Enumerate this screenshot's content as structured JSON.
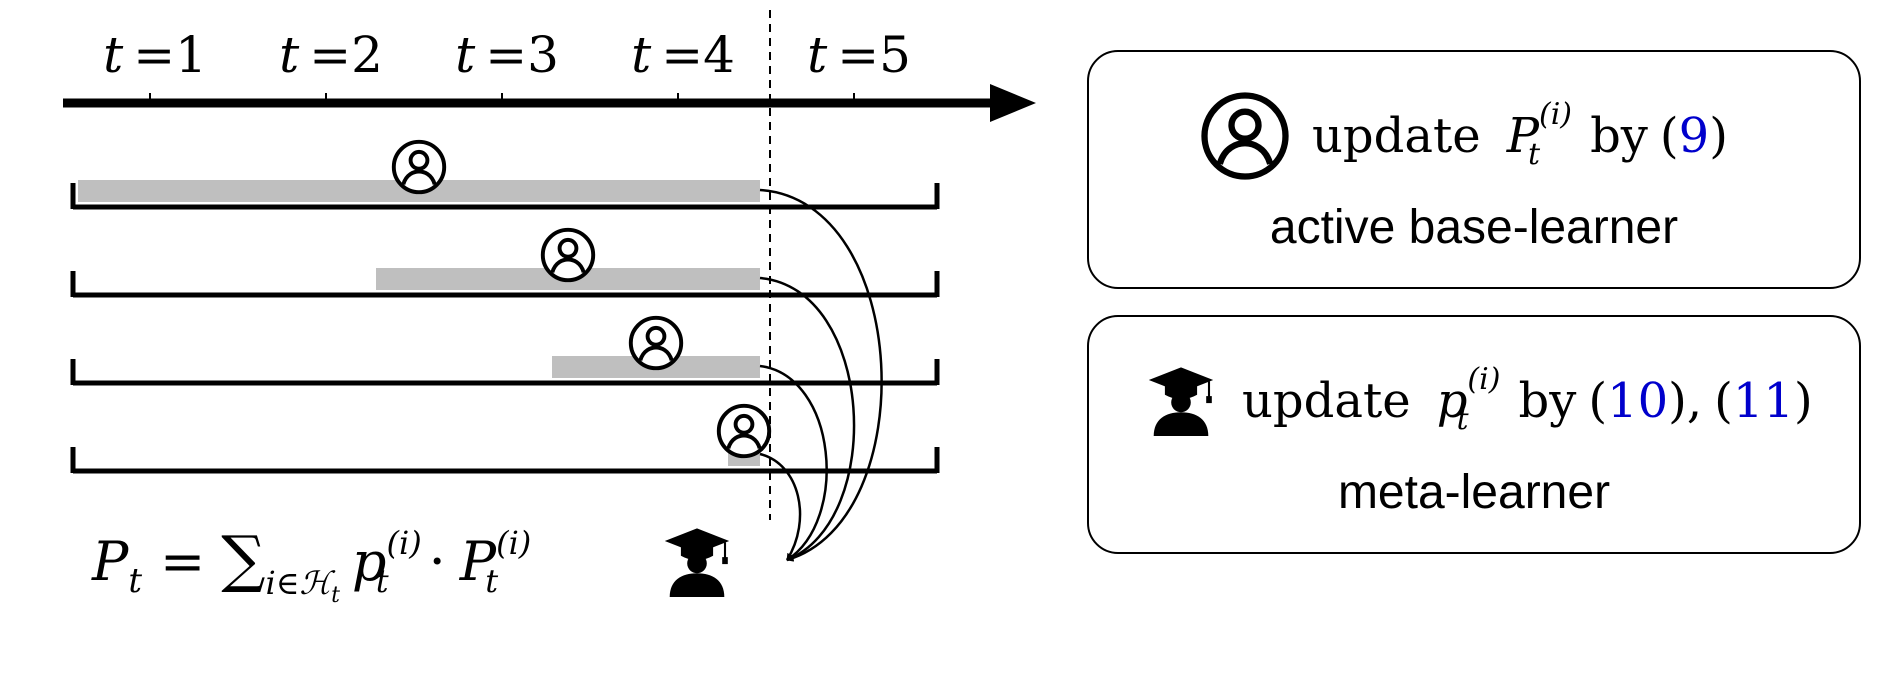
{
  "timeline": {
    "ticks": [
      {
        "var": "t",
        "eq": "=",
        "num": "1"
      },
      {
        "var": "t",
        "eq": "=",
        "num": "2"
      },
      {
        "var": "t",
        "eq": "=",
        "num": "3"
      },
      {
        "var": "t",
        "eq": "=",
        "num": "4"
      },
      {
        "var": "t",
        "eq": "=",
        "num": "5"
      }
    ],
    "current_step": 4
  },
  "learners": [
    {
      "active_from": 1,
      "active_until": 4
    },
    {
      "active_from": 2,
      "active_until": 4
    },
    {
      "active_from": 3,
      "active_until": 4
    },
    {
      "active_from": 4,
      "active_until": 4
    }
  ],
  "formula": {
    "lhs": "P",
    "lhs_sub": "t",
    "eq": "=",
    "sum": "∑",
    "sum_sub_i": "i",
    "sum_sub_in": "∈",
    "sum_sub_set": "ℋ",
    "sum_sub_t": "t",
    "p": "p",
    "p_sub": "t",
    "p_sup": "(i)",
    "dot": "·",
    "P": "P",
    "P_sub": "t",
    "P_sup": "(i)"
  },
  "legend": {
    "base": {
      "icon": "person-circle-icon",
      "prefix": "update",
      "sym": "P",
      "sym_sub": "t",
      "sym_sup": "(i)",
      "by": "by",
      "ref_open": "(",
      "ref_num": "9",
      "ref_close": ")",
      "caption": "active base-learner"
    },
    "meta": {
      "icon": "graduate-icon",
      "prefix": "update",
      "sym": "p",
      "sym_sub": "t",
      "sym_sup": "(i)",
      "by": "by",
      "ref1_open": "(",
      "ref1_num": "10",
      "ref1_close": "),",
      "ref2_open": "(",
      "ref2_num": "11",
      "ref2_close": ")",
      "caption": "meta-learner"
    }
  },
  "colors": {
    "ink": "#000000",
    "bar": "#bfbfbf",
    "link": "#0000cc",
    "box_border": "#000000"
  }
}
